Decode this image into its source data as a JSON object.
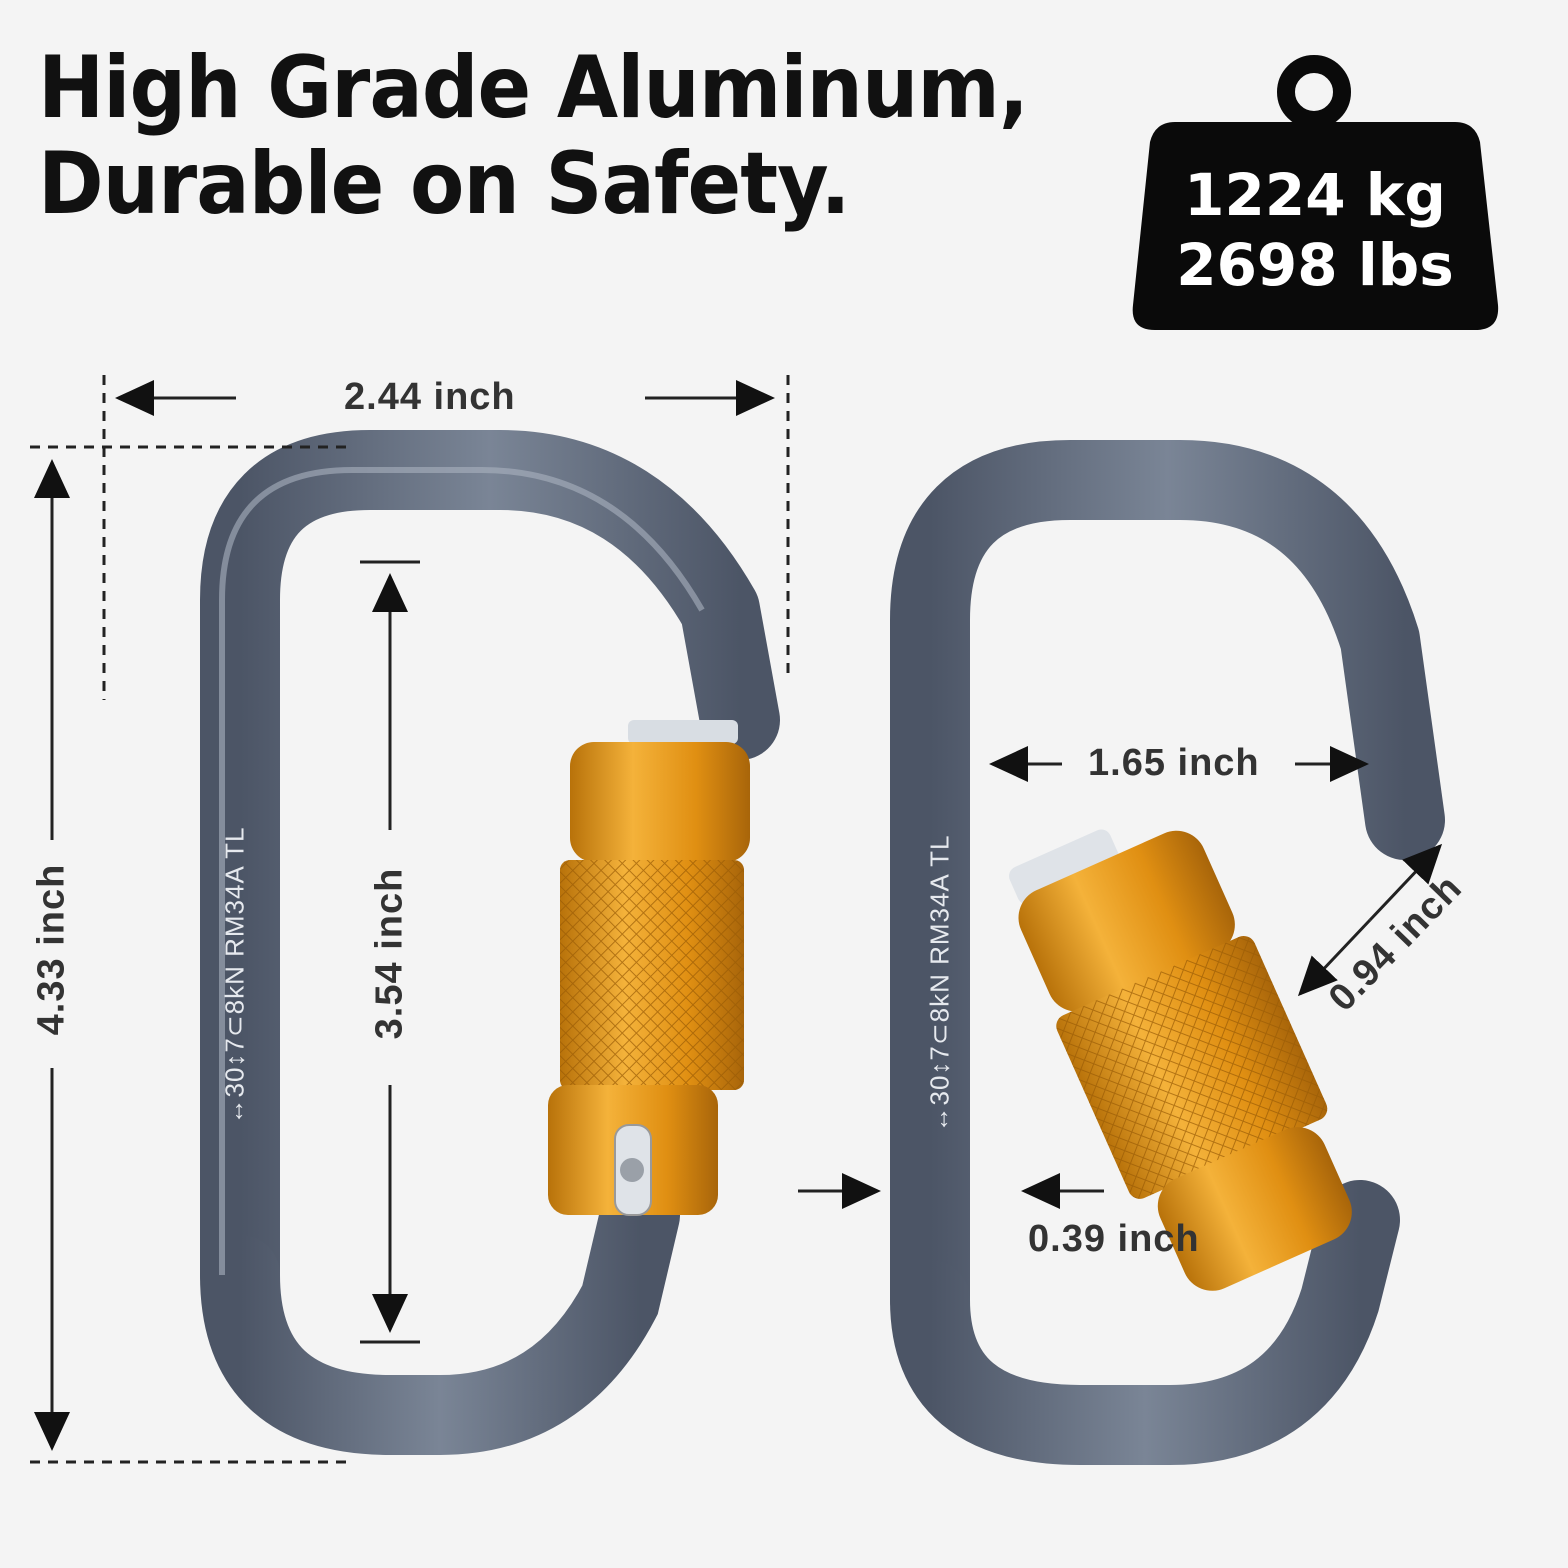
{
  "headline": {
    "line1": "High Grade Aluminum,",
    "line2": "Durable on Safety."
  },
  "weight_badge": {
    "kg": "1224 kg",
    "lbs": "2698 lbs",
    "icon": "weight-icon"
  },
  "dimensions": {
    "width": "2.44 inch",
    "height": "4.33 inch",
    "inner_length": "3.54 inch",
    "gate_opening": "1.65 inch",
    "gate_diagonal": "0.94 inch",
    "bar_thickness": "0.39 inch"
  },
  "engraving": {
    "text": "↔30↕7⊂8kN RM34A TL"
  },
  "colors": {
    "background": "#f4f4f4",
    "carabiner": "#5f6b7d",
    "gate": "#e09a1c",
    "badge": "#0a0a0a"
  }
}
